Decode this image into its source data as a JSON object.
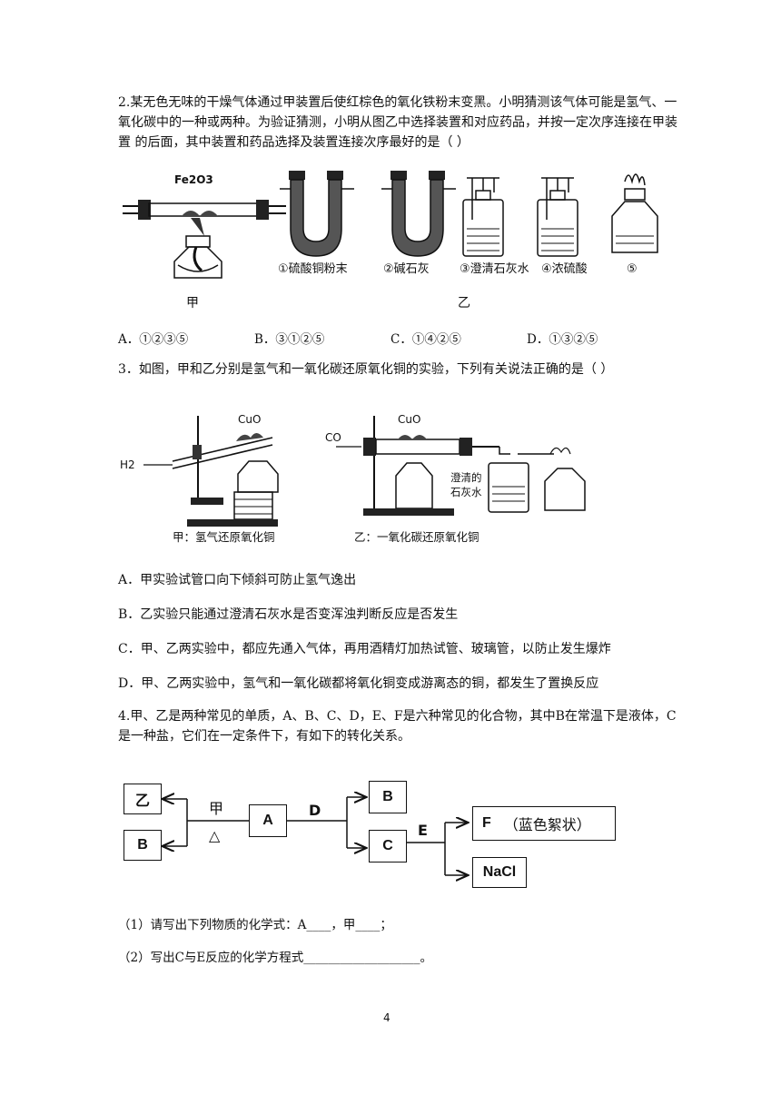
{
  "q2": {
    "stem": "2.某无色无味的干燥气体通过甲装置后使红棕色的氧化铁粉末变黑。小明猜测该气体可能是氢气、一氧化碳中的一种或两种。为验证猜测，小明从图乙中选择装置和对应药品，并按一定次序连接在甲装置 的后面，其中装置和药品选择及装置连接次序最好的是（      ）",
    "fe2o3": "Fe2O3",
    "jia": "甲",
    "yi": "乙",
    "labels": [
      "①硫酸铜粉末",
      "②碱石灰",
      "③澄清石灰水",
      "④浓硫酸",
      "⑤"
    ],
    "options": [
      "A．①②③⑤",
      "B．③①②⑤",
      "C．①④②⑤",
      "D．①③②⑤"
    ]
  },
  "q3": {
    "stem": "3．如图，甲和乙分别是氢气和一氧化碳还原氧化铜的实验，下列有关说法正确的是（      ）",
    "h2": "H2",
    "cuo": "CuO",
    "co": "CO",
    "limewater": [
      "澄清的",
      "石灰水"
    ],
    "cap_jia": "甲：氢气还原氧化铜",
    "cap_yi": "乙：一氧化碳还原氧化铜",
    "options": [
      "A．甲实验试管口向下倾斜可防止氢气逸出",
      "B．乙实验只能通过澄清石灰水是否变浑浊判断反应是否发生",
      "C．甲、乙两实验中，都应先通入气体，再用酒精灯加热试管、玻璃管，以防止发生爆炸",
      "D．甲、乙两实验中，氢气和一氧化碳都将氧化铜变成游离态的铜，都发生了置换反应"
    ]
  },
  "q4": {
    "stem": "4.甲、乙是两种常见的单质，A、B、C、D，E、F是六种常见的化合物，其中B在常温下是液体，C是一种盐，它们在一定条件下，有如下的转化关系。",
    "boxes": {
      "yi": "乙",
      "b1": "B",
      "a": "A",
      "b2": "B",
      "c": "C",
      "f": "F",
      "f_note": "（蓝色絮状）",
      "nacl": "NaCl"
    },
    "arrows": {
      "jia": "甲",
      "heat": "△",
      "d": "D",
      "e": "E"
    },
    "sub1": "（1）请写出下列物质的化学式：A____，甲____；",
    "sub2": "（2）写出C与E反应的化学方程式___________________。"
  },
  "page_number": "4"
}
